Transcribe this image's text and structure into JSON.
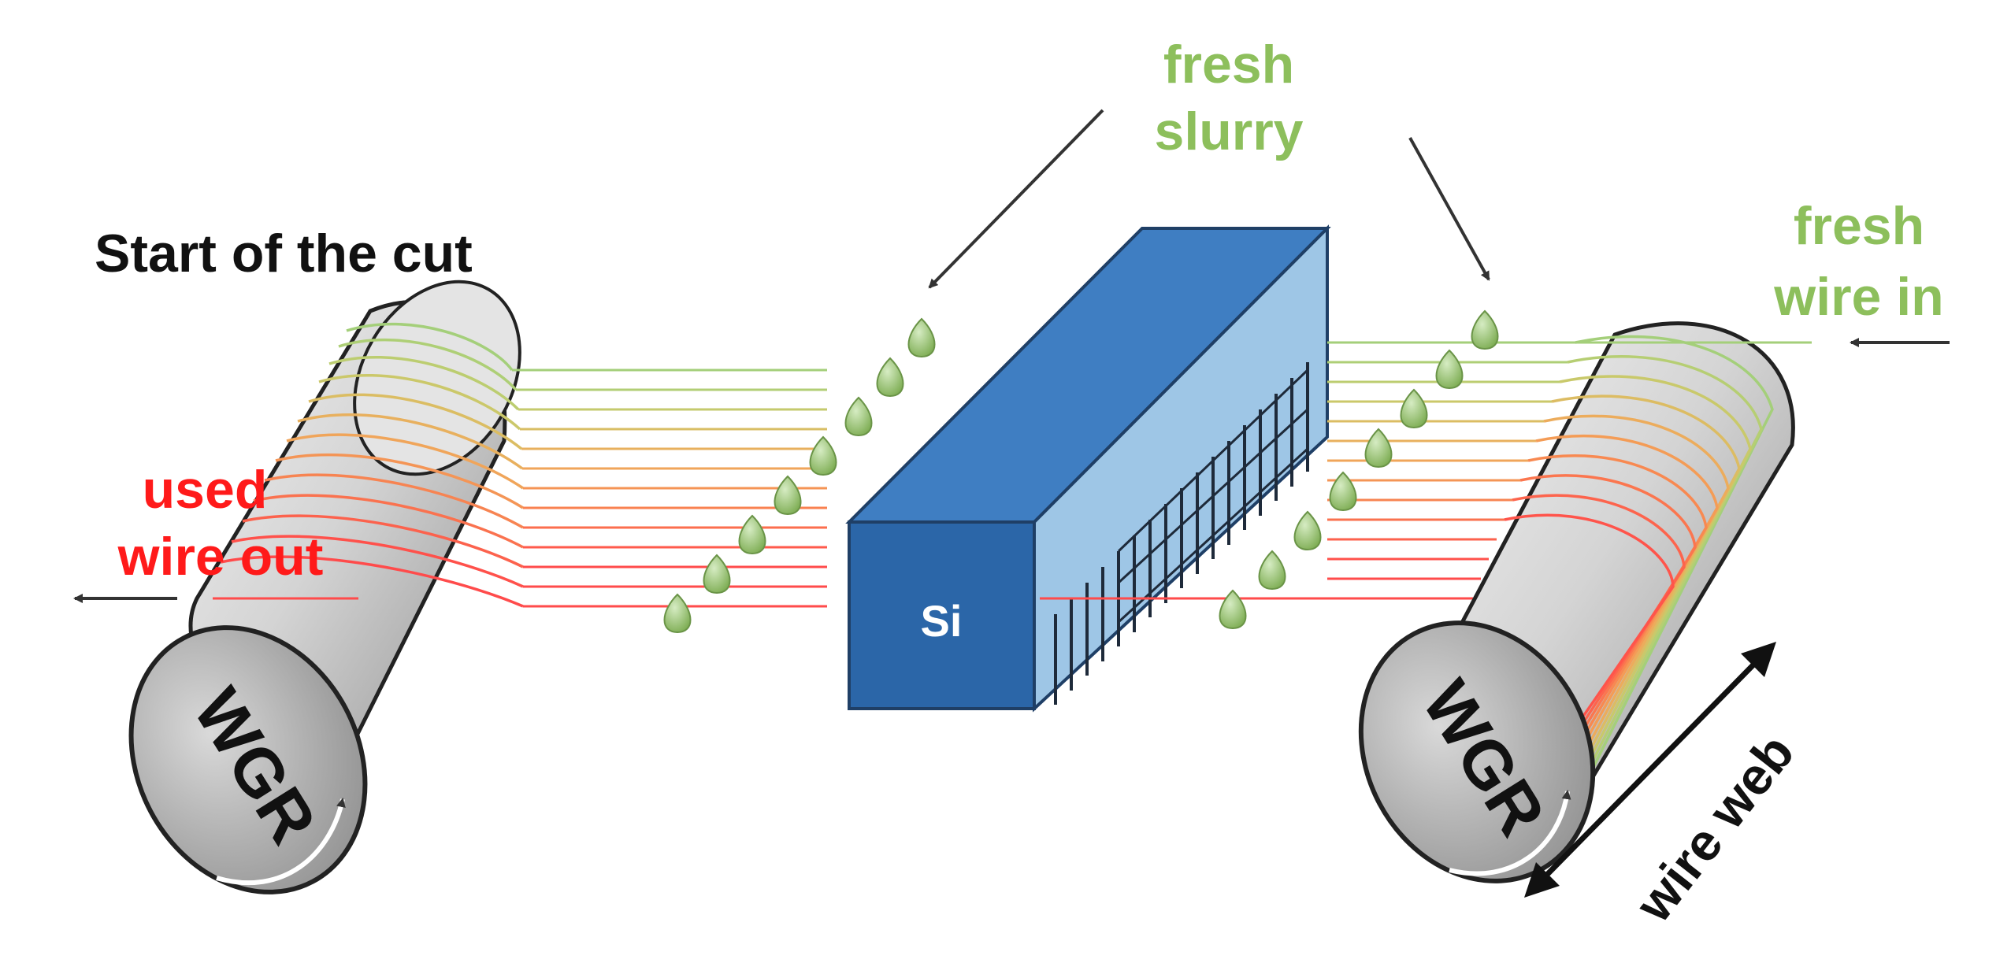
{
  "labels": {
    "start_of_cut": "Start of the cut",
    "fresh_slurry_line1": "fresh",
    "fresh_slurry_line2": "slurry",
    "fresh_wire_line1": "fresh",
    "fresh_wire_line2": "wire in",
    "used_wire_line1": "used",
    "used_wire_line2": "wire out",
    "ingot": "Si",
    "roller_left": "WGR",
    "roller_right": "WGR",
    "wire_web": "wire web"
  },
  "colors": {
    "fresh_label": "#8dbf5c",
    "used_label": "#ff1a1a",
    "title_text": "#111111",
    "ingot_front": "#2b66a8",
    "ingot_top": "#3f7ec2",
    "ingot_side": "#9ec6e6",
    "slurry_drop": "#9cc779",
    "wire_fresh": "#a4cf7a",
    "wire_mid": "#f0a55a",
    "wire_used": "#ff4b4b"
  }
}
